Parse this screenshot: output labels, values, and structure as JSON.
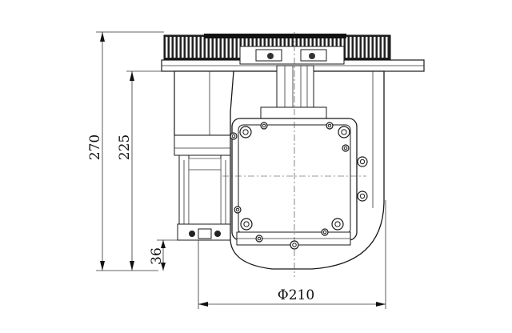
{
  "dimensions": {
    "total_height_label": "270",
    "frame_height_label": "225",
    "bottom_offset_label": "36",
    "wheel_diameter_label": "Φ210"
  },
  "icons": {
    "diameter_symbol": "phi-symbol",
    "bolt": "hex-bolt-icon"
  }
}
